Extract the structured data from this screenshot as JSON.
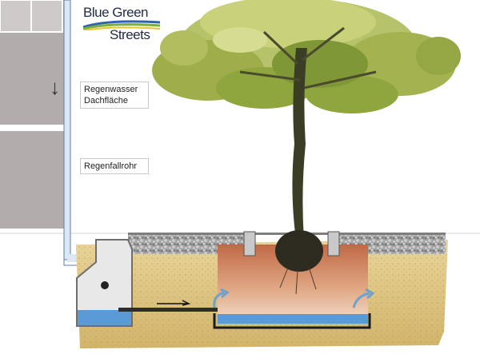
{
  "logo": {
    "line1": "Blue Green",
    "line2": "Streets"
  },
  "labels": {
    "roof_water": "Regenwasser Dachfläche",
    "downpipe": "Regenfallrohr"
  },
  "icons": {
    "flow_arrow": "down-arrow",
    "pipe_arrow": "right-arrow",
    "overflow_arrows": "curved-up-arrow"
  },
  "colors": {
    "water": "#5b9bd5",
    "building": "#b3acac",
    "window_frame": "#ffffff",
    "soil": "#ddc47e",
    "root_zone": "#c87a55",
    "gravel": "#9b9b9b",
    "tree_canopy": "#8fa63e",
    "trunk": "#3b3e25",
    "logo_text": "#1f2a44",
    "logo_blue": "#2f63b0",
    "logo_green": "#7cae3b",
    "logo_yellow": "#e8c52b"
  }
}
